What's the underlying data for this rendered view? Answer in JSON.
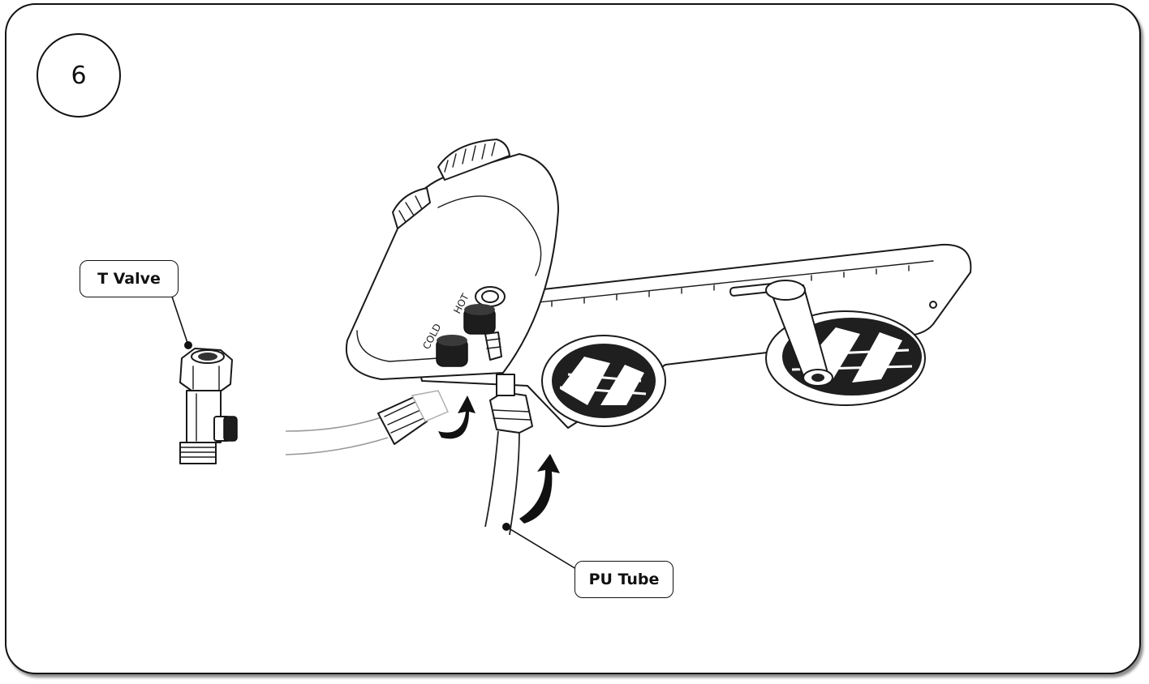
{
  "step": {
    "number": "6"
  },
  "callouts": {
    "t_valve": "T Valve",
    "pu_tube": "PU Tube"
  },
  "port_labels": {
    "cold": "COLD",
    "hot": "HOT"
  },
  "icons": [
    "curved-arrow-icon",
    "curved-arrow-icon"
  ]
}
